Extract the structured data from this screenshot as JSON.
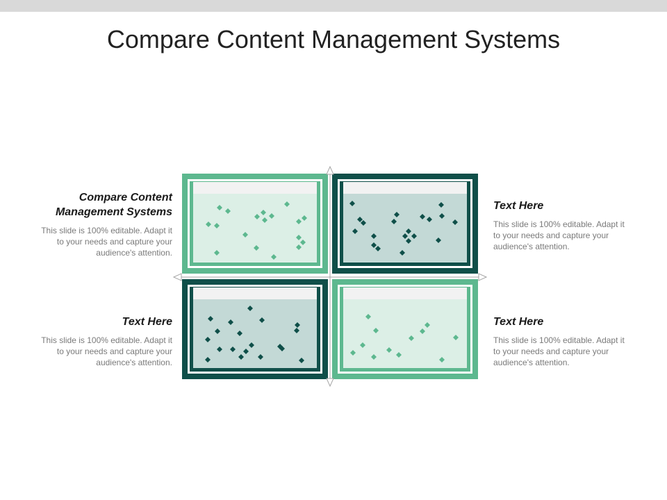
{
  "title": "Compare Content Management Systems",
  "colors": {
    "light_green": "#5db88f",
    "dark_green": "#0f4f49",
    "light_fill": "#dcefe6",
    "dark_fill": "#c3d9d6",
    "strip": "#f2f2f2",
    "axis": "#a6a6a6"
  },
  "quadrants": [
    {
      "heading": "Compare Content Management Systems",
      "description": "This slide is 100% editable. Adapt it to your needs and capture your audience's attention.",
      "theme": "light"
    },
    {
      "heading": "Text Here",
      "description": "This slide is 100% editable. Adapt it to your needs and capture your audience's attention.",
      "theme": "dark"
    },
    {
      "heading": "Text Here",
      "description": "This slide is 100% editable. Adapt it to your needs and capture your audience's attention.",
      "theme": "dark"
    },
    {
      "heading": "Text Here",
      "description": "This slide is 100% editable. Adapt it to your needs and capture your audience's attention.",
      "theme": "light"
    }
  ]
}
